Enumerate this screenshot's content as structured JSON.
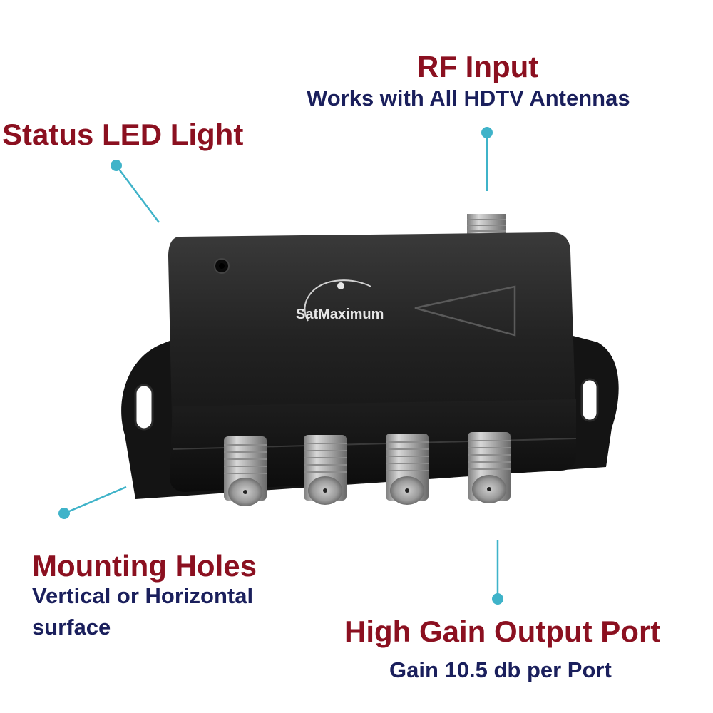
{
  "callouts": {
    "rf_input": {
      "title": "RF Input",
      "subtitle": "Works with All HDTV Antennas"
    },
    "status_led": {
      "title": "Status LED Light"
    },
    "mounting": {
      "title": "Mounting Holes",
      "subtitle_line1": "Vertical or Horizontal",
      "subtitle_line2": "surface"
    },
    "output_port": {
      "title": "High Gain Output Port",
      "subtitle": "Gain 10.5 db per Port"
    }
  },
  "brand": {
    "logo_text": "SatMaximum"
  },
  "colors": {
    "title": "#8b1020",
    "subtitle": "#1a1f5c",
    "leader": "#3fb3c9",
    "device": "#1b1b1b"
  },
  "device": {
    "output_port_count": 4,
    "input_port_count": 1
  }
}
